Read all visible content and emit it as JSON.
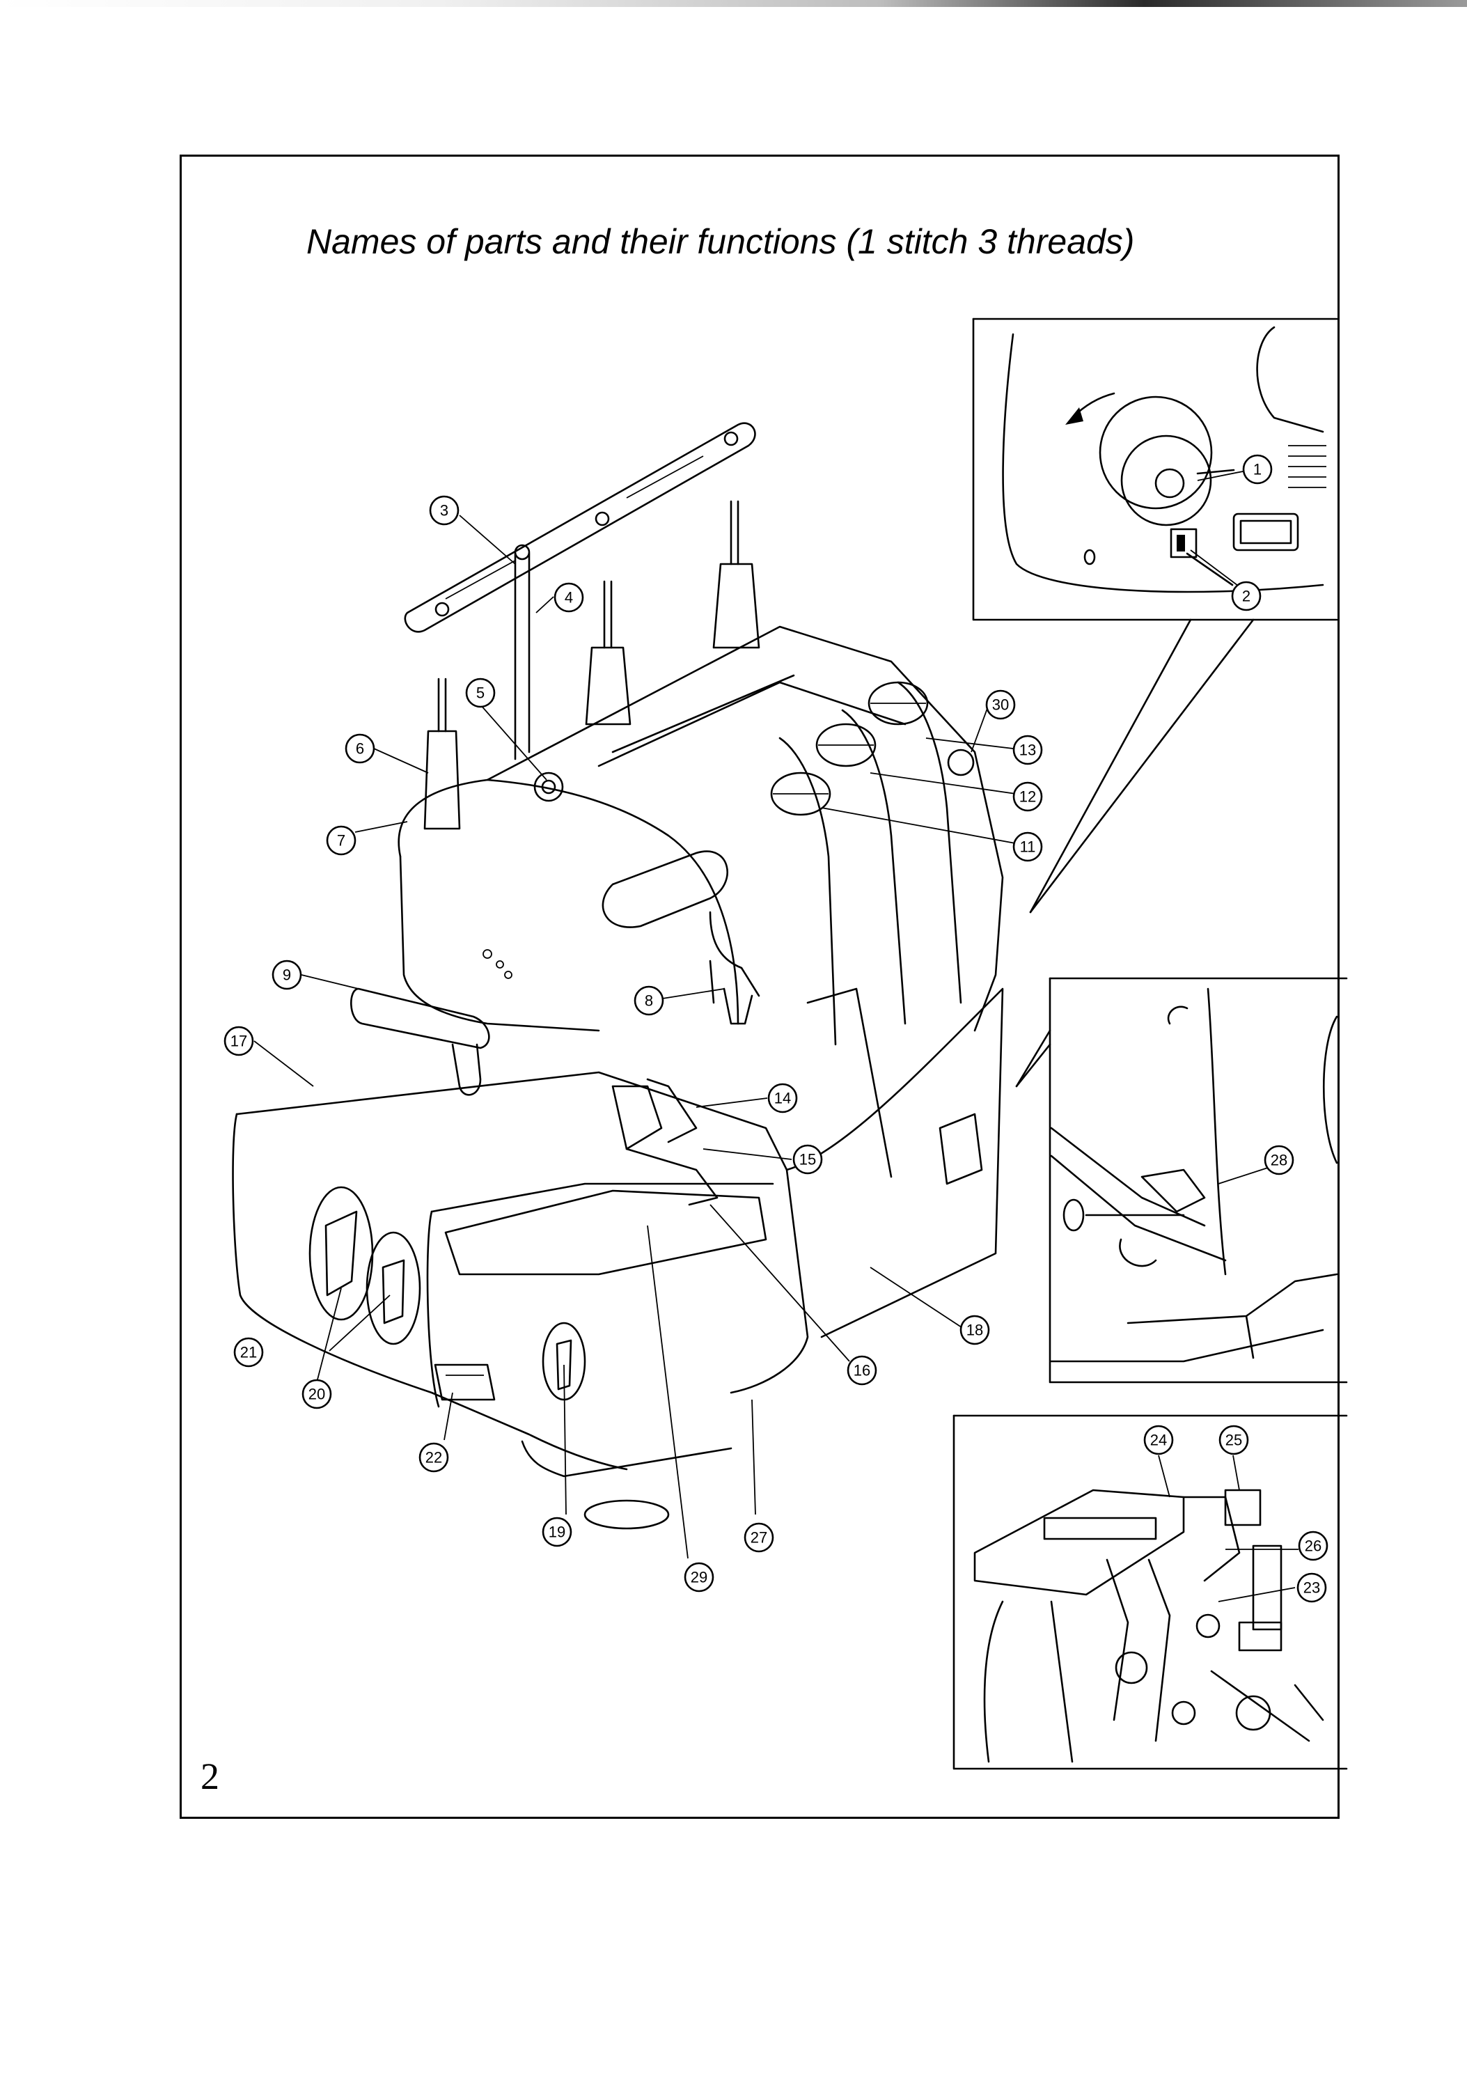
{
  "page": {
    "title": "Names of parts and their  functions  (1 stitch 3 threads)",
    "page_number": "2"
  },
  "callouts": {
    "c1": "1",
    "c2": "2",
    "c3": "3",
    "c4": "4",
    "c5": "5",
    "c6": "6",
    "c7": "7",
    "c8": "8",
    "c9": "9",
    "c11": "11",
    "c12": "12",
    "c13": "13",
    "c14": "14",
    "c15": "15",
    "c16": "16",
    "c17": "17",
    "c18": "18",
    "c19": "19",
    "c20": "20",
    "c21": "21",
    "c22": "22",
    "c23": "23",
    "c24": "24",
    "c25": "25",
    "c26": "26",
    "c27": "27",
    "c28": "28",
    "c29": "29",
    "c30": "30"
  }
}
